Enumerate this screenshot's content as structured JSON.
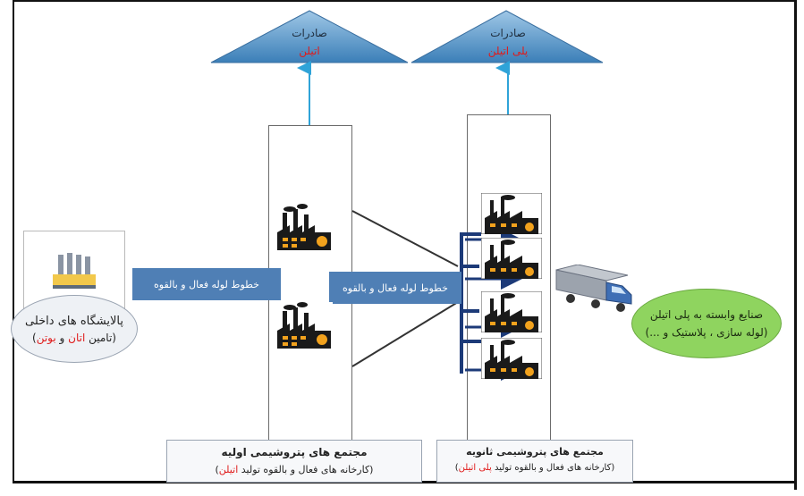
{
  "exports": [
    {
      "line1": "صادرات",
      "line2": "اتیلن"
    },
    {
      "line1": "صادرات",
      "line2": "پلی اتیلن"
    }
  ],
  "pipelines": {
    "left_label": "خطوط لوله فعال و بالقوه",
    "middle_label": "خطوط لوله فعال و بالقوه"
  },
  "domestic_refineries": {
    "line1": "پالایشگاه های داخلی",
    "line2_prefix": "(تامین ",
    "line2_ethane": "اتان",
    "line2_and": " و ",
    "line2_butane": "بوتن",
    "line2_suffix": ")"
  },
  "primary_complex": {
    "title": "مجتمع های پتروشیمی اولیه",
    "subtitle_prefix": "(کارخانه های فعال و بالقوه تولید ",
    "subtitle_product": "اتیلن",
    "subtitle_suffix": ")"
  },
  "secondary_complex": {
    "title": "مجتمع های پتروشیمی ثانویه",
    "subtitle_prefix": "(کارخانه های فعال و بالقوه تولید ",
    "subtitle_product": "پلی اتیلن",
    "subtitle_suffix": ")"
  },
  "dependent_industries": {
    "line1": "صنایع وابسته به پلی اتیلن",
    "line2": "(لوله سازی ، پلاستیک و ...)"
  },
  "colors": {
    "triangle_fill": "#4a90c8",
    "pipeline_fill": "#4f7fb5",
    "arrow_blue": "#2fa3d8",
    "branch_navy": "#1c3a78",
    "accent_red": "#e01b1b",
    "industry_green": "#8fd45f"
  },
  "icons": [
    "factory-icon",
    "refinery-icon",
    "truck-icon",
    "arrow-up-icon"
  ]
}
